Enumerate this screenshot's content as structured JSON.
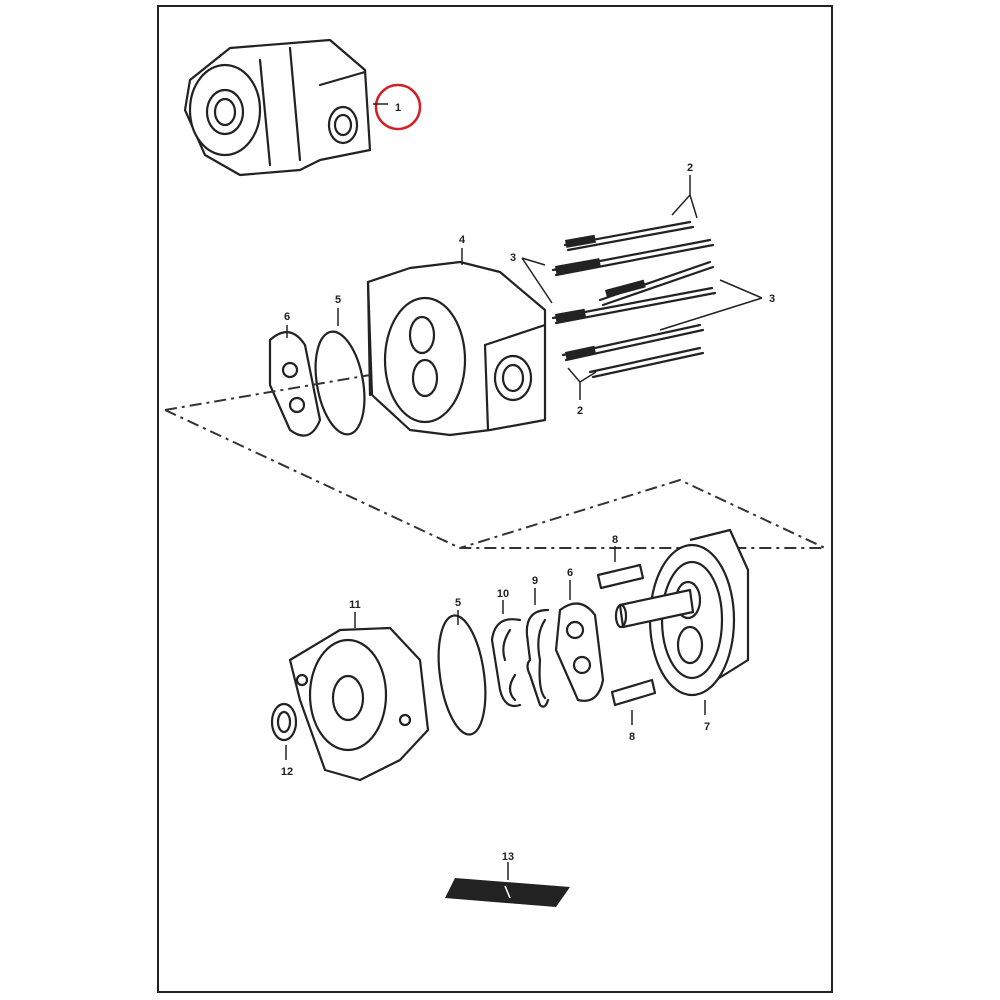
{
  "diagram": {
    "title": "Hydraulic gear pump exploded parts view",
    "highlight_color": "#d0202a",
    "callouts": {
      "pump_assembly": "1",
      "bolt_a": "2",
      "bolt_b": "2",
      "washer_a": "3",
      "washer_b": "3",
      "housing": "4",
      "plate_upper": "6",
      "seal_upper": "5",
      "seal_lower": "5",
      "backup_ring": "10",
      "seal_ring": "9",
      "plate_lower": "6",
      "dowel_upper": "8",
      "dowel_lower": "8",
      "front_cover": "11",
      "gear_body": "7",
      "shaft_seal": "12",
      "decal": "13"
    }
  }
}
